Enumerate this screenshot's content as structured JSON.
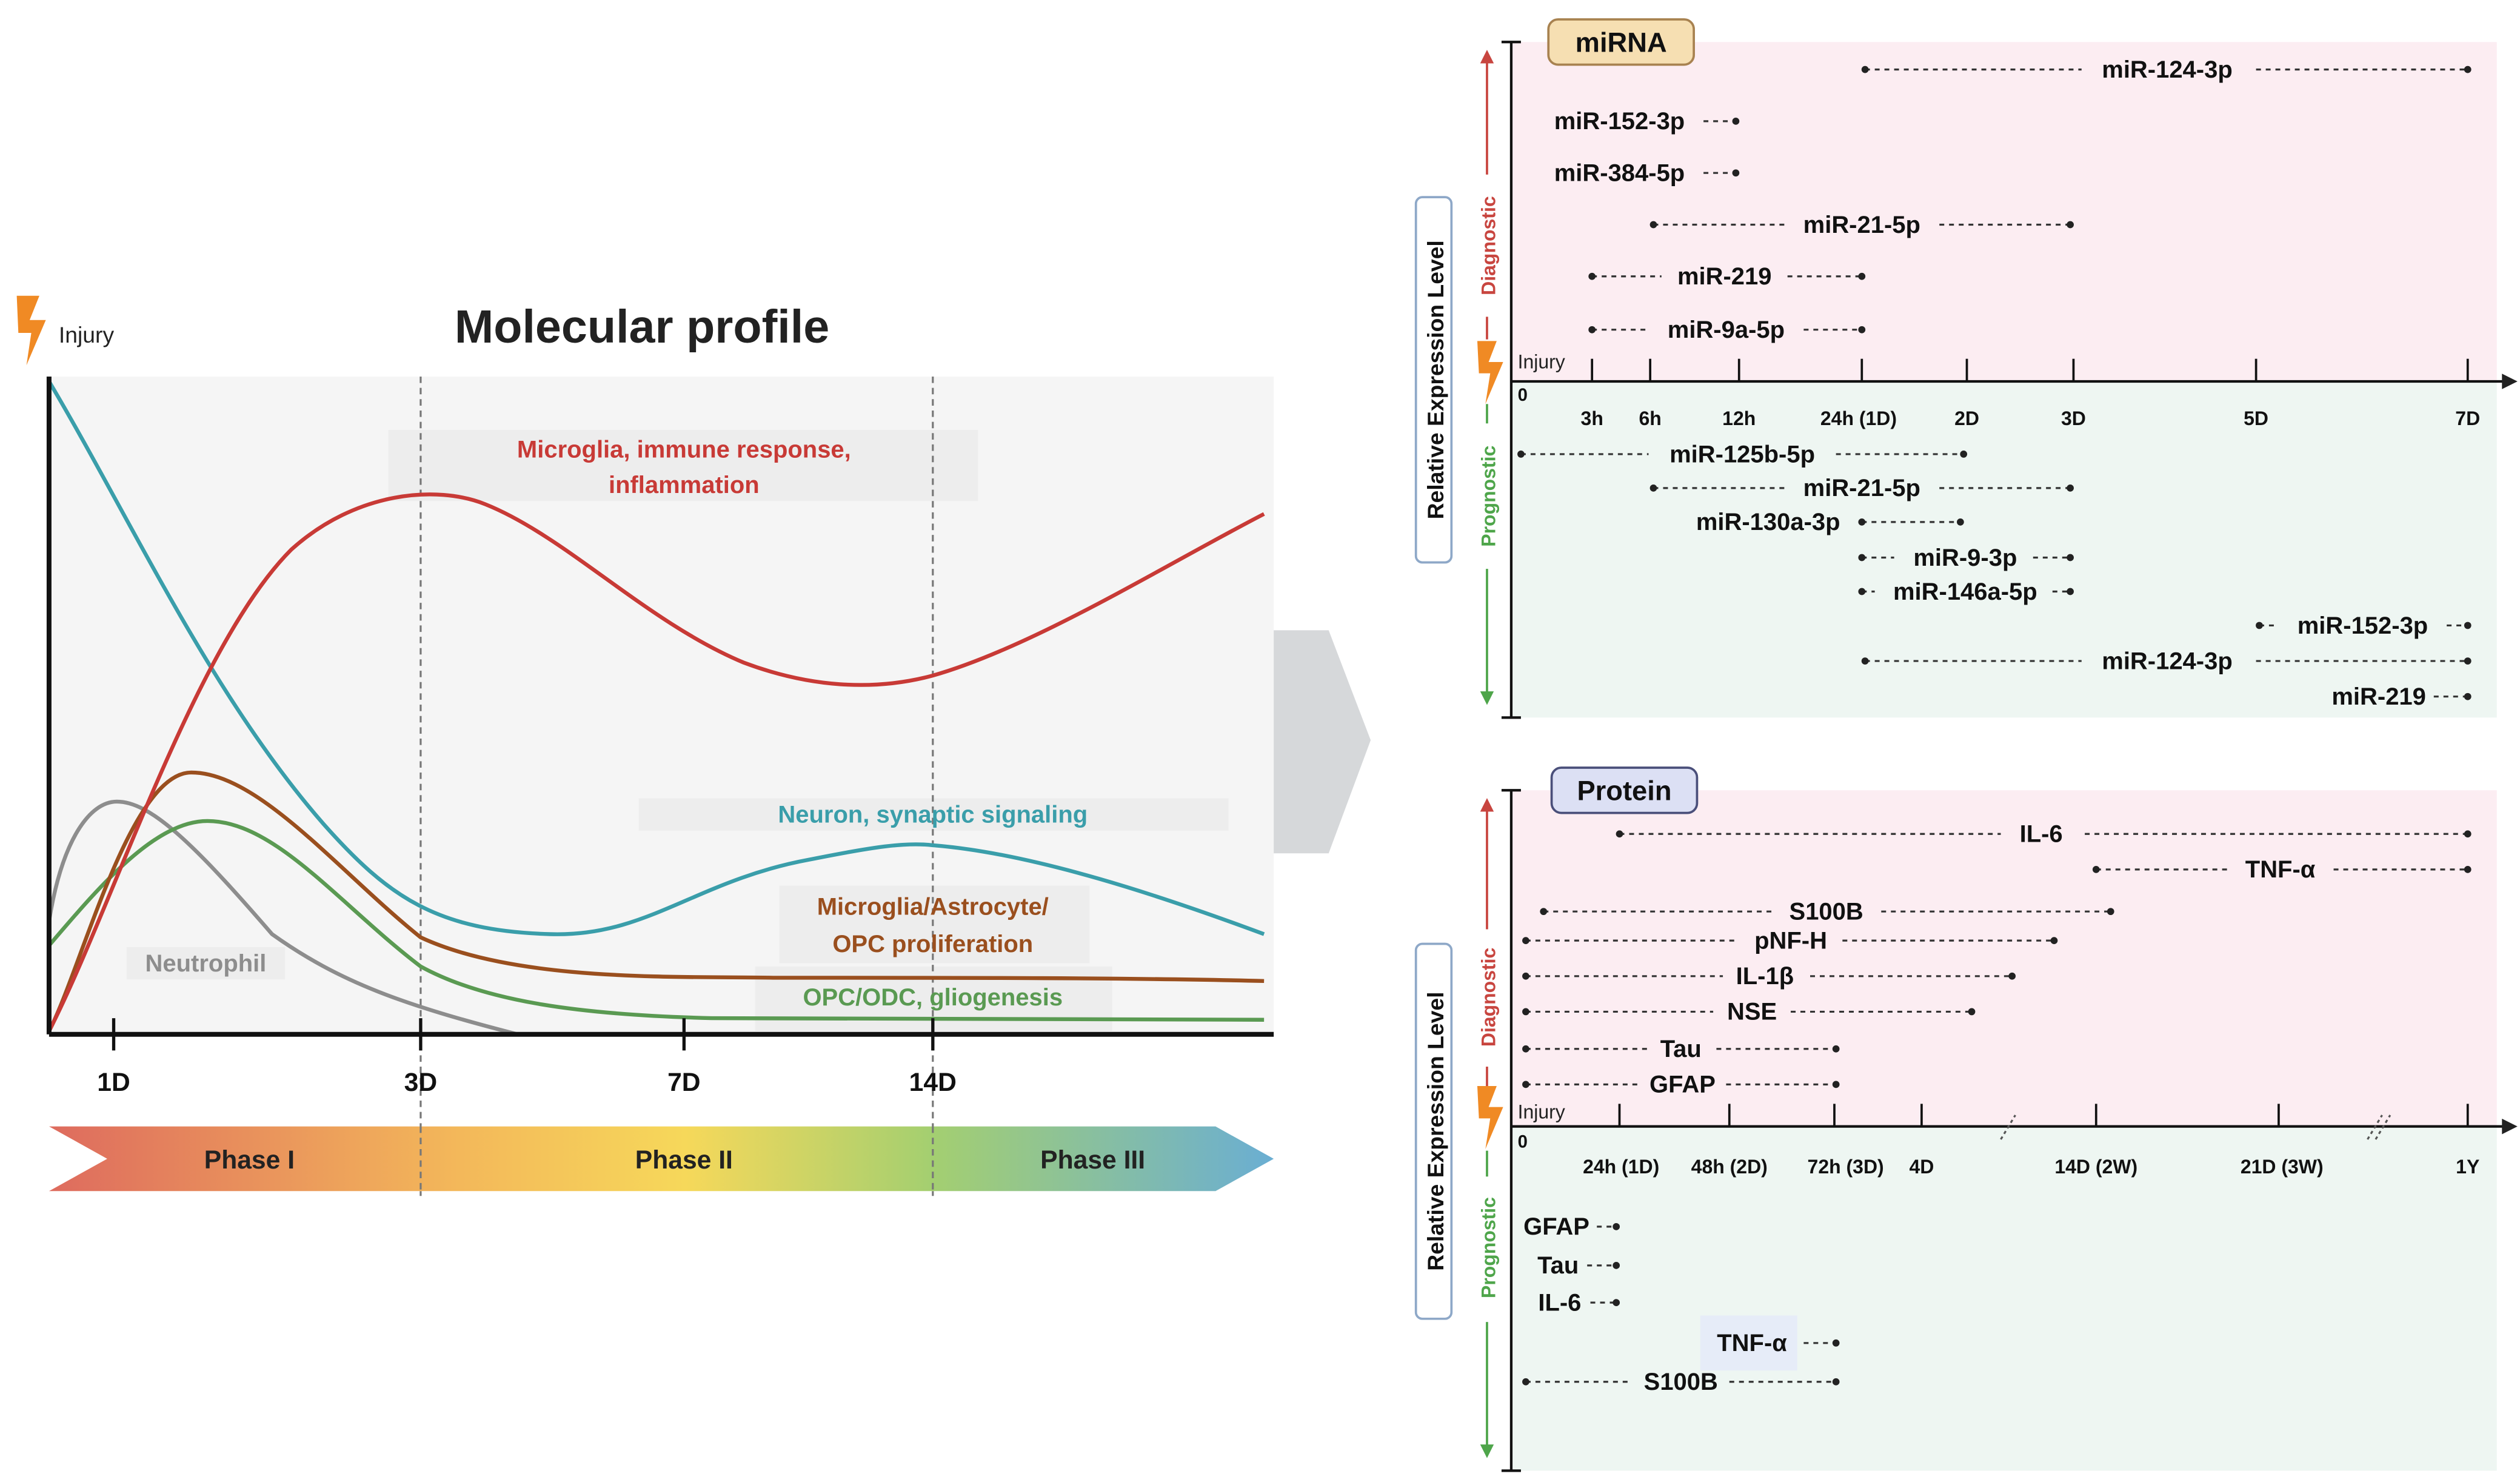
{
  "injury_label": "Injury",
  "left_panel": {
    "title": "Molecular profile",
    "x_ticks": [
      "1D",
      "3D",
      "7D",
      "14D"
    ],
    "phases": [
      "Phase I",
      "Phase II",
      "Phase III"
    ],
    "curves": {
      "red": "Microglia, immune response,",
      "red_line2": "inflammation",
      "teal": "Neuron, synaptic signaling",
      "brown": "Microglia/Astrocyte/",
      "brown_line2": "OPC proliferation",
      "green": "OPC/ODC, gliogenesis",
      "gray": "Neutrophil"
    },
    "colors": {
      "red": "#c83a36",
      "teal": "#3a9eaa",
      "brown": "#9a4f1e",
      "green": "#5a9a52",
      "gray": "#8d8d8d"
    }
  },
  "mirna_panel": {
    "badge": "miRNA",
    "y_axis_label": "Relative Expression Level",
    "diagnostic": "Diagnostic",
    "prognostic": "Prognostic",
    "injury": "Injury",
    "zero": "0",
    "ticks": [
      "3h",
      "6h",
      "12h",
      "24h (1D)",
      "2D",
      "3D",
      "5D",
      "7D"
    ],
    "diagnostic_items": [
      "miR-124-3p",
      "miR-152-3p",
      "miR-384-5p",
      "miR-21-5p",
      "miR-219",
      "miR-9a-5p"
    ],
    "prognostic_items": [
      "miR-125b-5p",
      "miR-21-5p",
      "miR-130a-3p",
      "miR-9-3p",
      "miR-146a-5p",
      "miR-152-3p",
      "miR-124-3p",
      "miR-219"
    ]
  },
  "protein_panel": {
    "badge": "Protein",
    "y_axis_label": "Relative Expression Level",
    "diagnostic": "Diagnostic",
    "prognostic": "Prognostic",
    "injury": "Injury",
    "zero": "0",
    "ticks": [
      "24h (1D)",
      "48h (2D)",
      "72h (3D)",
      "4D",
      "14D (2W)",
      "21D (3W)",
      "1Y"
    ],
    "diagnostic_items": [
      "IL-6",
      "TNF-α",
      "S100B",
      "pNF-H",
      "IL-1β",
      "NSE",
      "Tau",
      "GFAP"
    ],
    "prognostic_items": [
      "GFAP",
      "Tau",
      "IL-6",
      "TNF-α",
      "S100B"
    ]
  }
}
